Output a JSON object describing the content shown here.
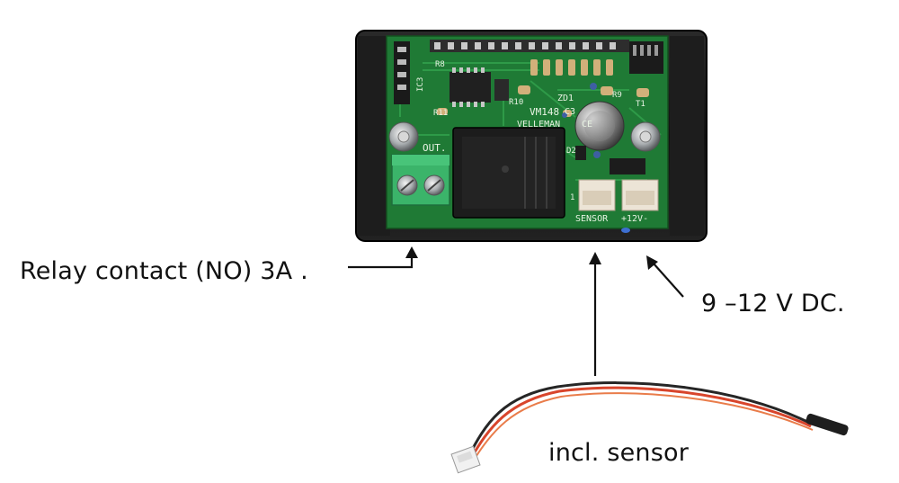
{
  "labels": {
    "relay": "Relay contact (NO) 3A .",
    "power": "9 –12 V DC.",
    "sensor": "incl. sensor"
  },
  "board": {
    "model": "VM148",
    "brand": "VELLEMAN",
    "ce_mark": "CE",
    "out_label": "OUT.",
    "sensor_label": "SENSOR",
    "power_label": "+12V-",
    "ref_zd1": "ZD1",
    "ref_c3": "C3",
    "ref_r8": "R8",
    "ref_r9": "R9",
    "ref_r10": "R10",
    "ref_r11": "R11",
    "ref_ic3": "IC3",
    "ref_d2": "D2",
    "ref_t1": "T1",
    "ref_pin1": "1"
  },
  "colors": {
    "pcb": "#1f7a35",
    "housing": "#151515",
    "terminal": "#3bb46a",
    "relay": "#1c1c1c",
    "connector": "#ece4d6",
    "wire_red": "#d8452c",
    "wire_black": "#262626",
    "arrow": "#111111",
    "background": "#ffffff"
  }
}
